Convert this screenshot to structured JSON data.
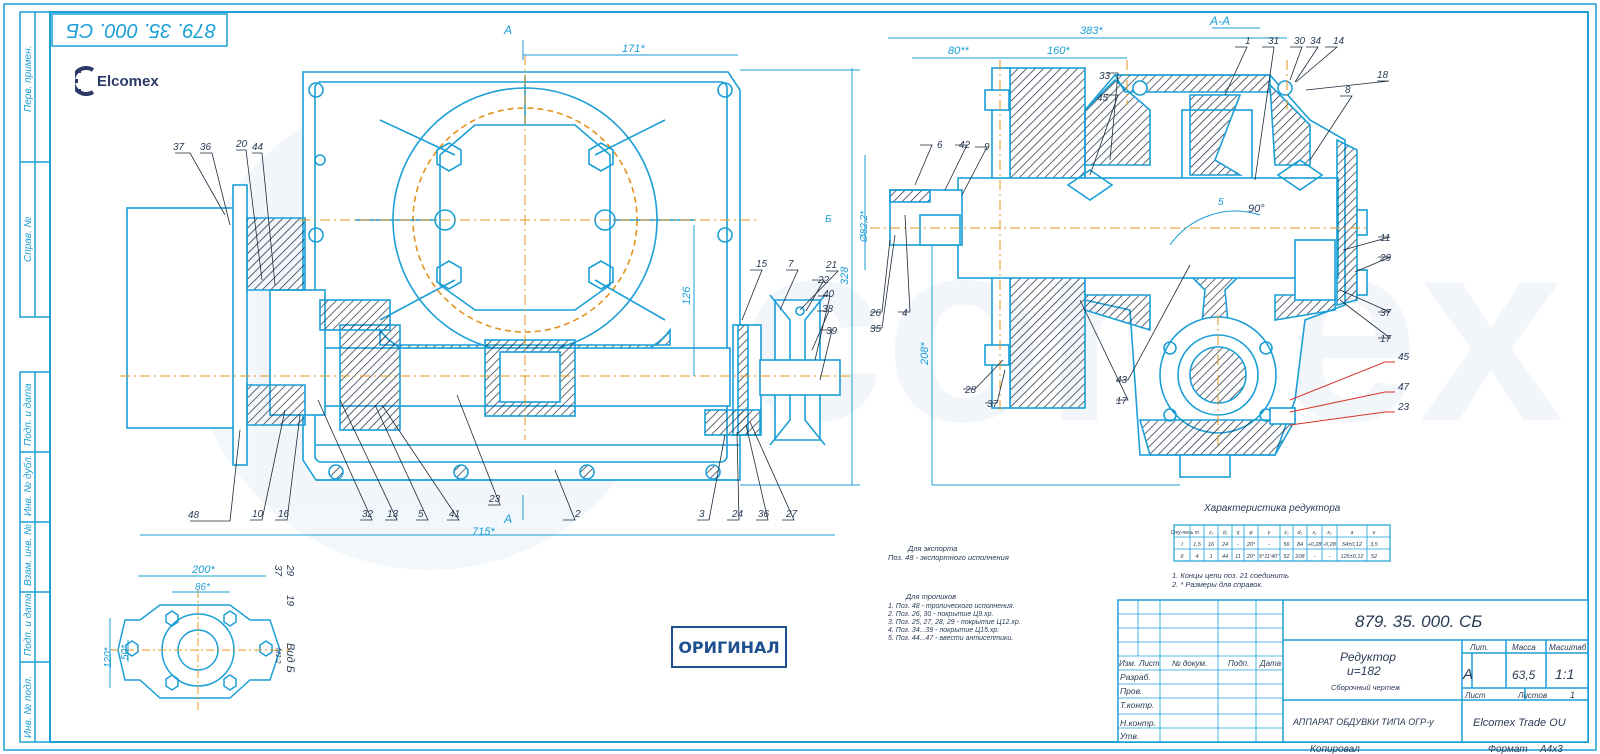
{
  "doc_code": "879. 35. 000. СБ",
  "doc_code_rotated": "879. 35. 000. СБ",
  "brand": "Elcomex",
  "stamp": "ОРИГИНАЛ",
  "section_label": "А-А",
  "left_margin_labels": [
    "Перв. примен.",
    "Справ. №",
    "Подп. и дата",
    "Инв. № дубл.",
    "Взам. инв. №",
    "Подп. и дата",
    "Инв. № подл."
  ],
  "dims": {
    "d171": "171*",
    "d715": "715*",
    "d126": "126",
    "d328": "328",
    "d383": "383*",
    "d80": "80**",
    "d160": "160*",
    "d822": "Ø82,2*",
    "d208": "208*",
    "d200": "200*",
    "d86": "86*",
    "d120": "120*",
    "d50": "50*",
    "d5": "5",
    "d90": "90°",
    "vidB": "Вид Б",
    "m12": "М1:2",
    "b": "Б",
    "a1": "А",
    "a2": "А"
  },
  "callouts_left": [
    "37",
    "36",
    "20",
    "44",
    "15",
    "7",
    "21",
    "22",
    "40",
    "38",
    "39",
    "48",
    "10",
    "16",
    "32",
    "13",
    "5",
    "41",
    "23",
    "2",
    "3",
    "24",
    "36",
    "27"
  ],
  "callouts_right": [
    "1",
    "31",
    "30",
    "34",
    "14",
    "18",
    "8",
    "33",
    "45",
    "6",
    "42",
    "9",
    "11",
    "29",
    "37",
    "17",
    "26",
    "35",
    "4",
    "28",
    "37",
    "43",
    "17",
    "45",
    "47",
    "23"
  ],
  "small_view_labels": [
    "29",
    "37",
    "19"
  ],
  "char_table": {
    "title": "Характеристика редуктора",
    "headers": [
      "Сту-пень",
      "m",
      "z₁",
      "d₁",
      "q",
      "φ",
      "γ",
      "z₂",
      "d₂",
      "x₁",
      "x₂",
      "a",
      "u"
    ],
    "rows": [
      [
        "I",
        "1,5",
        "16",
        "24",
        "-",
        "20°",
        "-",
        "56",
        "84",
        "+0,28",
        "-0,28",
        "54±0,12",
        "3,5"
      ],
      [
        "II",
        "4",
        "1",
        "44",
        "11",
        "20°",
        "5°11'40\"",
        "52",
        "208",
        "-",
        "-",
        "125±0,12",
        "52"
      ]
    ]
  },
  "notes_right": [
    "1. Концы цепи поз. 21 соединить",
    "2. * Размеры для справок."
  ],
  "notes_export_title": "Для экспорта",
  "notes_export": [
    "Поз. 48 - экспортного исполнения"
  ],
  "notes_tropic_title": "Для тропиков",
  "notes_tropic": [
    "1. Поз. 48 - тропического исполнения.",
    "2. Поз. 26, 30 - покрытие Ц9.хр.",
    "3. Поз. 25, 27, 28, 29 - покрытие Ц12.хр.",
    "4. Поз. 34...39 - покрытие Ц15.хр.",
    "5. Поз. 44...47 - ввести антисептики."
  ],
  "title_block": {
    "code": "879. 35. 000. СБ",
    "name1": "Редуктор",
    "name2": "u=182",
    "name3": "Сборочный чертеж",
    "product": "АППАРАТ ОБДУВКИ ТИПА ОГР-у",
    "company": "Elcomex Trade OU",
    "lit_h": "Лит.",
    "mass_h": "Масса",
    "scale_h": "Масштаб",
    "lit": "А",
    "mass": "63,5",
    "scale": "1:1",
    "sheet_h": "Лист",
    "sheets_h": "Листов",
    "sheets": "1",
    "cols": [
      "Изм.",
      "Лист",
      "№ докум.",
      "Подп.",
      "Дата"
    ],
    "roles": [
      "Разраб.",
      "Пров.",
      "Т.контр.",
      "",
      "Н.контр.",
      "Утв."
    ],
    "copied": "Копировал",
    "format": "Формат",
    "format_val": "А4х3"
  },
  "colors": {
    "line": "#1b9fd6",
    "axis": "#e3941f",
    "red": "#d8322a",
    "stamp": "#1e4f8f",
    "watermark": "#e3edf6"
  }
}
